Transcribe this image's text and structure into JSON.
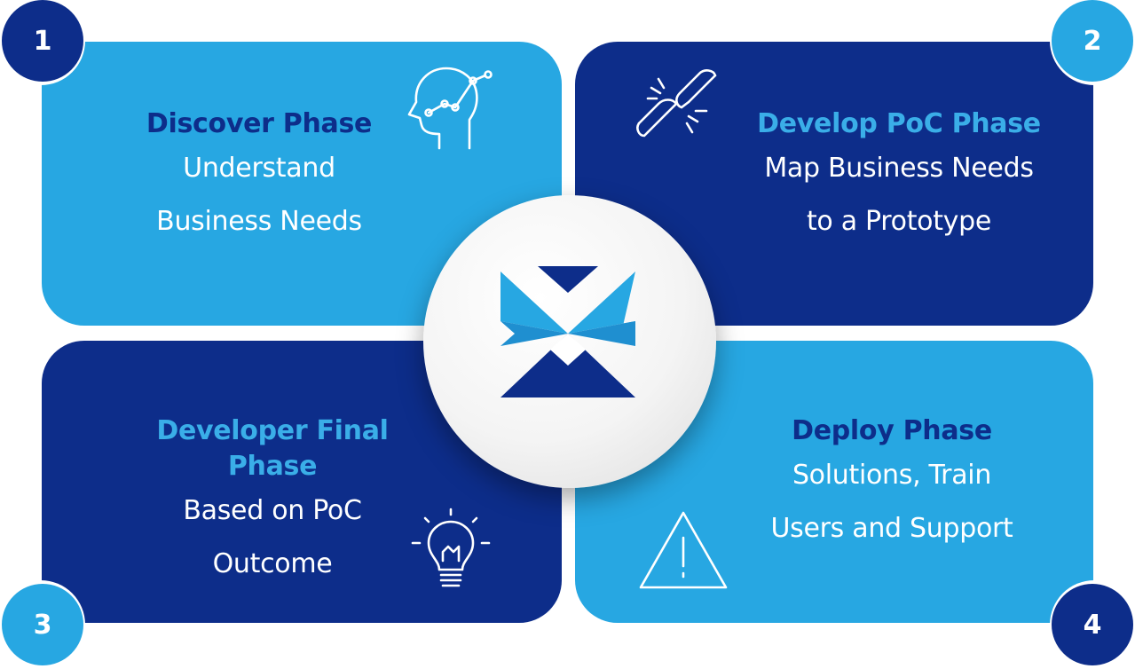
{
  "phases": [
    {
      "number": "1",
      "title": "Discover Phase",
      "lines": [
        "Understand",
        "Business Needs"
      ],
      "icon": "head-growth-icon"
    },
    {
      "number": "2",
      "title": "Develop PoC Phase",
      "lines": [
        "Map Business Needs",
        "to a Prototype"
      ],
      "icon": "broken-chain-icon"
    },
    {
      "number": "3",
      "title": "Developer Final Phase",
      "lines": [
        "Based on PoC",
        "Outcome"
      ],
      "icon": "lightbulb-icon"
    },
    {
      "number": "4",
      "title": "Deploy Phase",
      "lines": [
        "Solutions, Train",
        "Users and Support"
      ],
      "icon": "warning-triangle-icon"
    }
  ],
  "center_logo": "x-logo-icon",
  "colors": {
    "light_blue": "#27a7e2",
    "dark_blue": "#0d2d8a",
    "white": "#ffffff"
  }
}
